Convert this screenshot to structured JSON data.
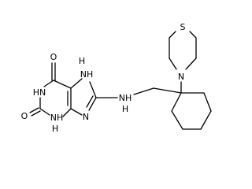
{
  "molecule": {
    "bond_color": "#000000",
    "label_color": "#000000",
    "background": "#ffffff",
    "atom_labels": {
      "o_top": "O",
      "o_bottom": "O",
      "hn_n1": "HN",
      "nh_n7": "NH",
      "h_n7": "H",
      "nh_n3": "NH",
      "h_n3": "H",
      "n_n9": "N",
      "nh_amine": "NH",
      "h_amine": "H",
      "n_thiomorpholine": "N",
      "s_thiomorpholine": "S"
    }
  }
}
